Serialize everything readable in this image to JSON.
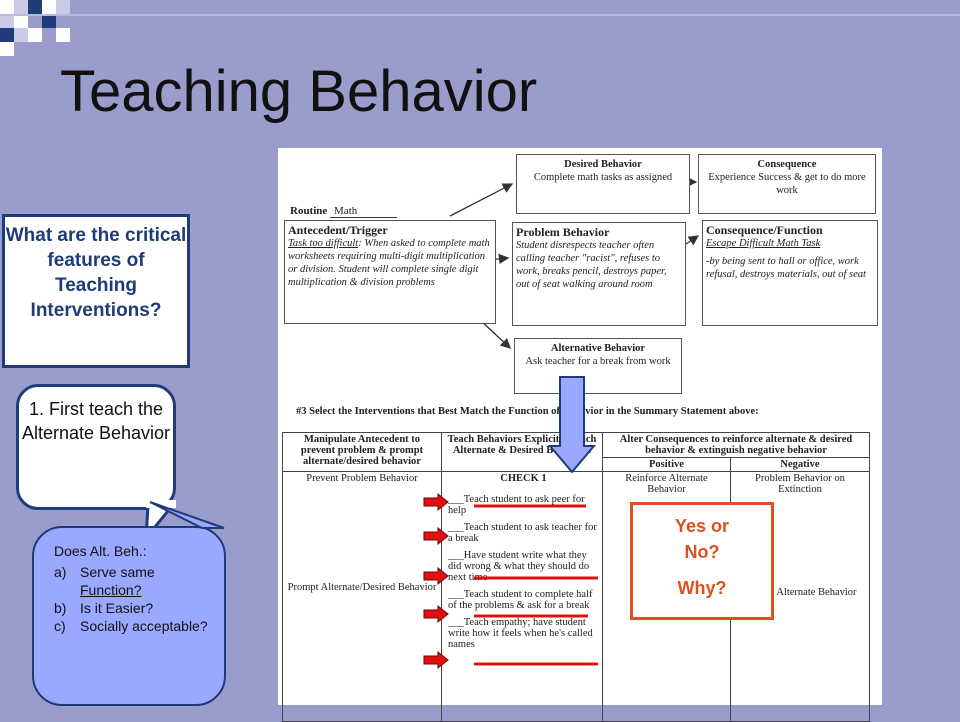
{
  "slide": {
    "title": "Teaching Behavior"
  },
  "question_box": {
    "text": "What are the critical features of Teaching Interventions?"
  },
  "first_bubble": {
    "text": "1. First teach the Alternate Behavior"
  },
  "second_bubble": {
    "heading": "Does Alt. Beh.:",
    "items": [
      {
        "marker": "a)",
        "text_before": "Serve same ",
        "underlined": "Function?"
      },
      {
        "marker": "b)",
        "text_before": "Is it Easier?",
        "underlined": ""
      },
      {
        "marker": "c)",
        "text_before": "Socially acceptable?",
        "underlined": ""
      }
    ]
  },
  "yes_no_box": {
    "line1": "Yes or",
    "line2": "No?",
    "line3": "Why?"
  },
  "document": {
    "routine_label": "Routine",
    "routine_value": "Math",
    "antecedent_title": "Antecedent/Trigger",
    "antecedent_lead": "Task too difficult",
    "antecedent_text": ": When asked to complete math worksheets requiring multi-digit multiplication or division. Student will complete single digit multiplication & division problems",
    "desired_title": "Desired Behavior",
    "desired_text": "Complete math tasks as assigned",
    "consequence_title": "Consequence",
    "consequence_text": "Experience Success & get to do more work",
    "problem_title": "Problem Behavior",
    "problem_text": "Student disrespects teacher often calling teacher \"racist\", refuses to work, breaks pencil, destroys paper, out of seat walking around room",
    "function_title": "Consequence/Function",
    "function_lead": "Escape Difficult Math Task",
    "function_text": "-by being sent to hall or office, work refusal, destroys materials, out of seat",
    "alternative_title": "Alternative Behavior",
    "alternative_text": "Ask teacher for a break from work",
    "section_heading": "#3 Select the Interventions that Best Match the Function of Behavior in the Summary Statement above:",
    "columns": {
      "manipulate": "Manipulate Antecedent to prevent problem & prompt alternate/desired behavior",
      "teach": "Teach Behaviors Explicitly Teach Alternate & Desired Behaviors",
      "alter": "Alter Consequences to reinforce alternate & desired behavior & extinguish negative behavior",
      "positive": "Positive",
      "negative": "Negative"
    },
    "row_labels": {
      "prevent": "Prevent Problem Behavior",
      "check": "CHECK 1",
      "reinforce": "Reinforce Alternate Behavior",
      "extinction": "Problem Behavior on Extinction",
      "prompt": "Prompt Alternate/Desired Behavior",
      "prompt_right": "Prompt Alternate Behavior"
    },
    "checklist": [
      "Teach student to ask peer for help",
      "Teach student to ask teacher for a break",
      "Have student write what they did wrong & what they should do next time",
      "Teach student to complete half of the problems & ask for a break",
      "Teach empathy; have student write how it feels when he's called names"
    ]
  },
  "colors": {
    "background": "#9a9ccb",
    "accent_blue": "#1f3b78",
    "accent_orange": "#e0501e",
    "arrow_red": "#e01010",
    "arrow_fill": "#9aa8ff"
  }
}
